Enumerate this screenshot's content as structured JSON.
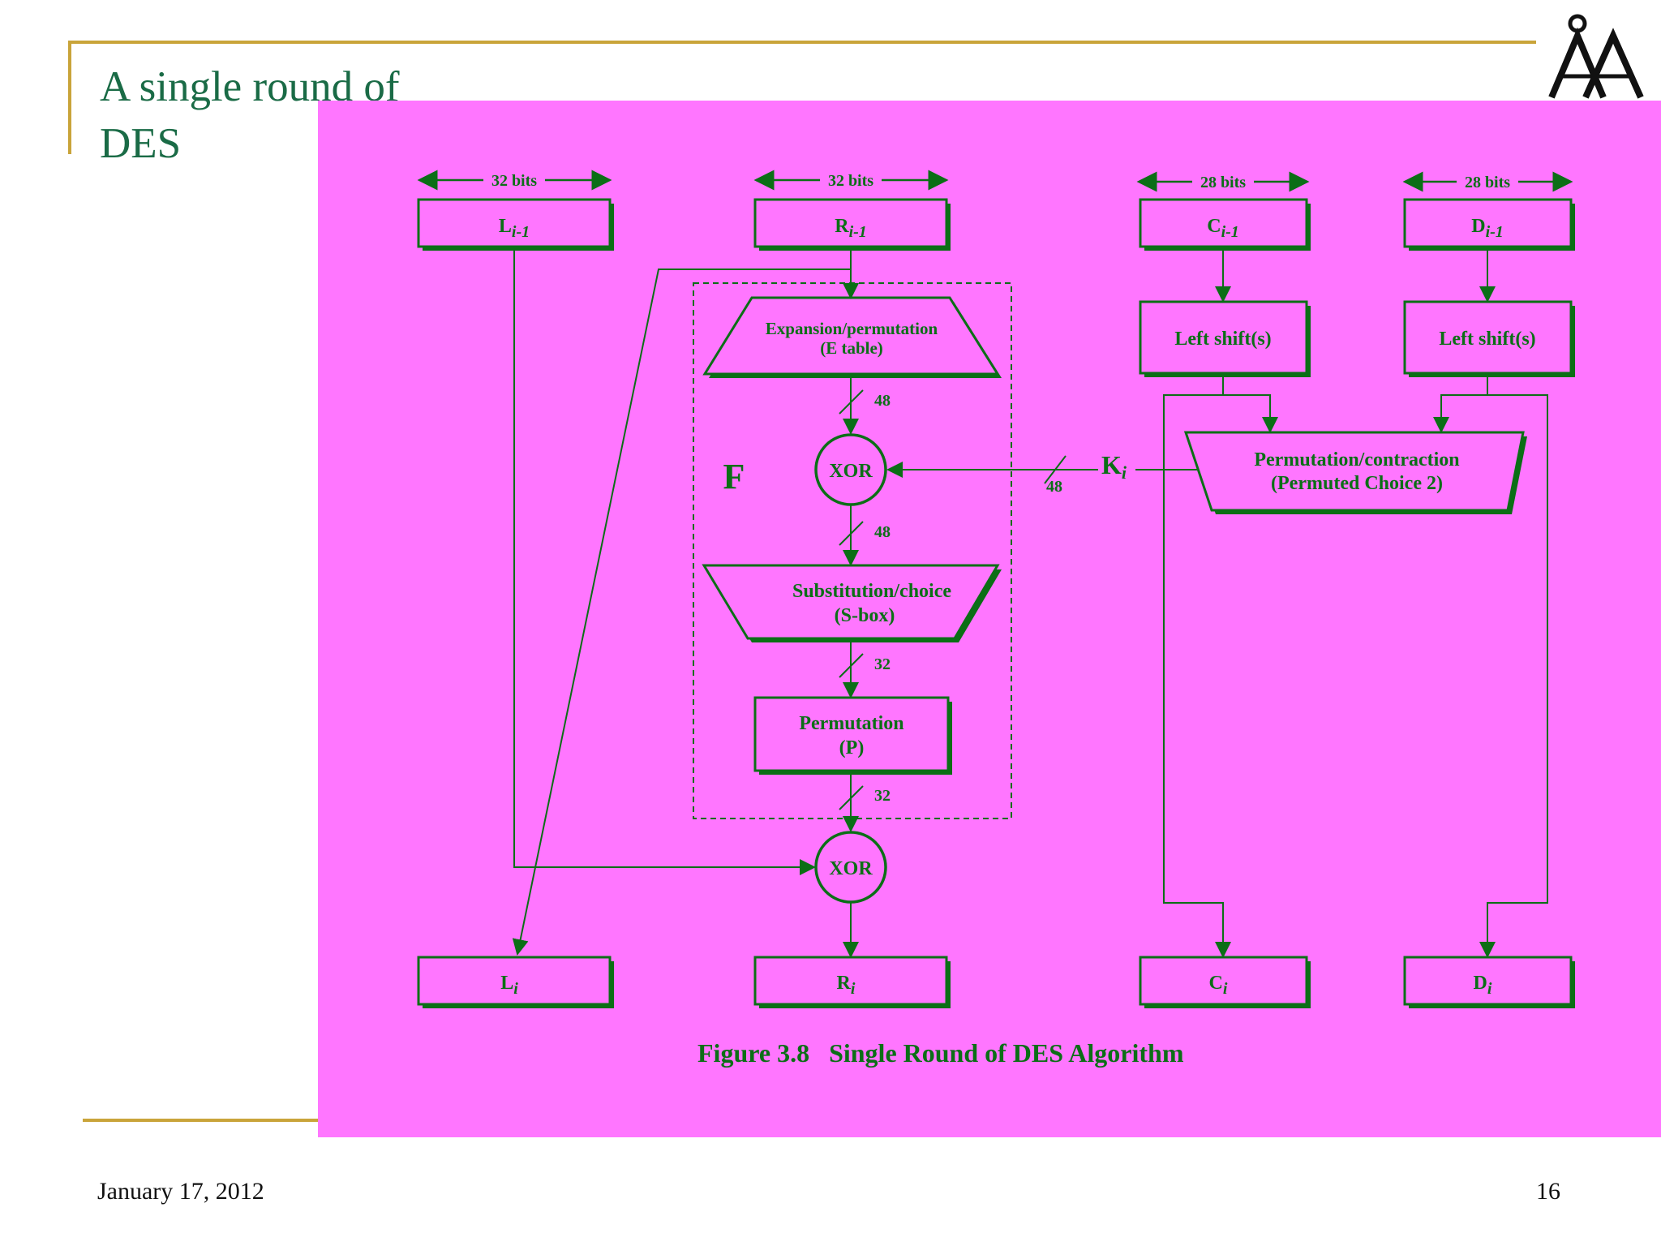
{
  "slide": {
    "title": "A single round of\nDES",
    "date": "January 17, 2012",
    "page_number": "16",
    "title_color": "#1a6b46",
    "rule_color": "#c9a43a",
    "logo_icon": "aa-monogram-icon"
  },
  "diagram": {
    "background": "#ff76ff",
    "ink_color": "#0b6e16",
    "top_boxes": {
      "l_prev": {
        "base": "L",
        "sub": "i-1",
        "width_label": "32 bits"
      },
      "r_prev": {
        "base": "R",
        "sub": "i-1",
        "width_label": "32 bits"
      },
      "c_prev": {
        "base": "C",
        "sub": "i-1",
        "width_label": "28 bits"
      },
      "d_prev": {
        "base": "D",
        "sub": "i-1",
        "width_label": "28 bits"
      }
    },
    "f_function": {
      "label": "F",
      "expansion": {
        "line1": "Expansion/permutation",
        "line2": "(E table)"
      },
      "xor": "XOR",
      "sbox": {
        "line1": "Substitution/choice",
        "line2": "(S-box)"
      },
      "permutation": {
        "line1": "Permutation",
        "line2": "(P)"
      }
    },
    "bit_widths": {
      "after_expansion": "48",
      "after_xor": "48",
      "after_sbox": "32",
      "after_permutation": "32",
      "key_line": "48"
    },
    "key": {
      "base": "K",
      "sub": "i"
    },
    "shifts": {
      "c_shift": "Left shift(s)",
      "d_shift": "Left shift(s)"
    },
    "pc2": {
      "line1": "Permutation/contraction",
      "line2": "(Permuted Choice 2)"
    },
    "output_xor": "XOR",
    "bottom_boxes": {
      "l_next": {
        "base": "L",
        "sub": "i"
      },
      "r_next": {
        "base": "R",
        "sub": "i"
      },
      "c_next": {
        "base": "C",
        "sub": "i"
      },
      "d_next": {
        "base": "D",
        "sub": "i"
      }
    },
    "caption": {
      "figure_number": "Figure 3.8",
      "title": "Single Round of DES Algorithm"
    }
  }
}
